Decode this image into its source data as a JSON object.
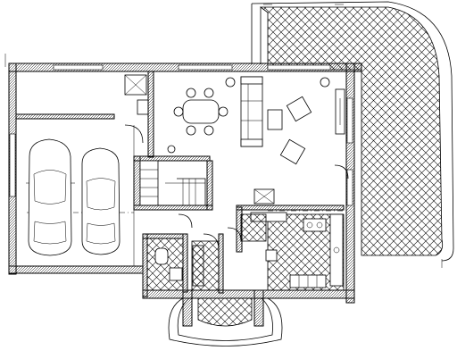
{
  "plan": {
    "rooms": [
      {
        "id": "garage",
        "contents": [
          "car",
          "car"
        ]
      },
      {
        "id": "living-dining",
        "contents": [
          "dining-table",
          "chairs",
          "sofa",
          "armchairs"
        ]
      },
      {
        "id": "stair"
      },
      {
        "id": "kitchen"
      },
      {
        "id": "bathroom"
      },
      {
        "id": "entrance-porch"
      },
      {
        "id": "terrace"
      }
    ]
  }
}
